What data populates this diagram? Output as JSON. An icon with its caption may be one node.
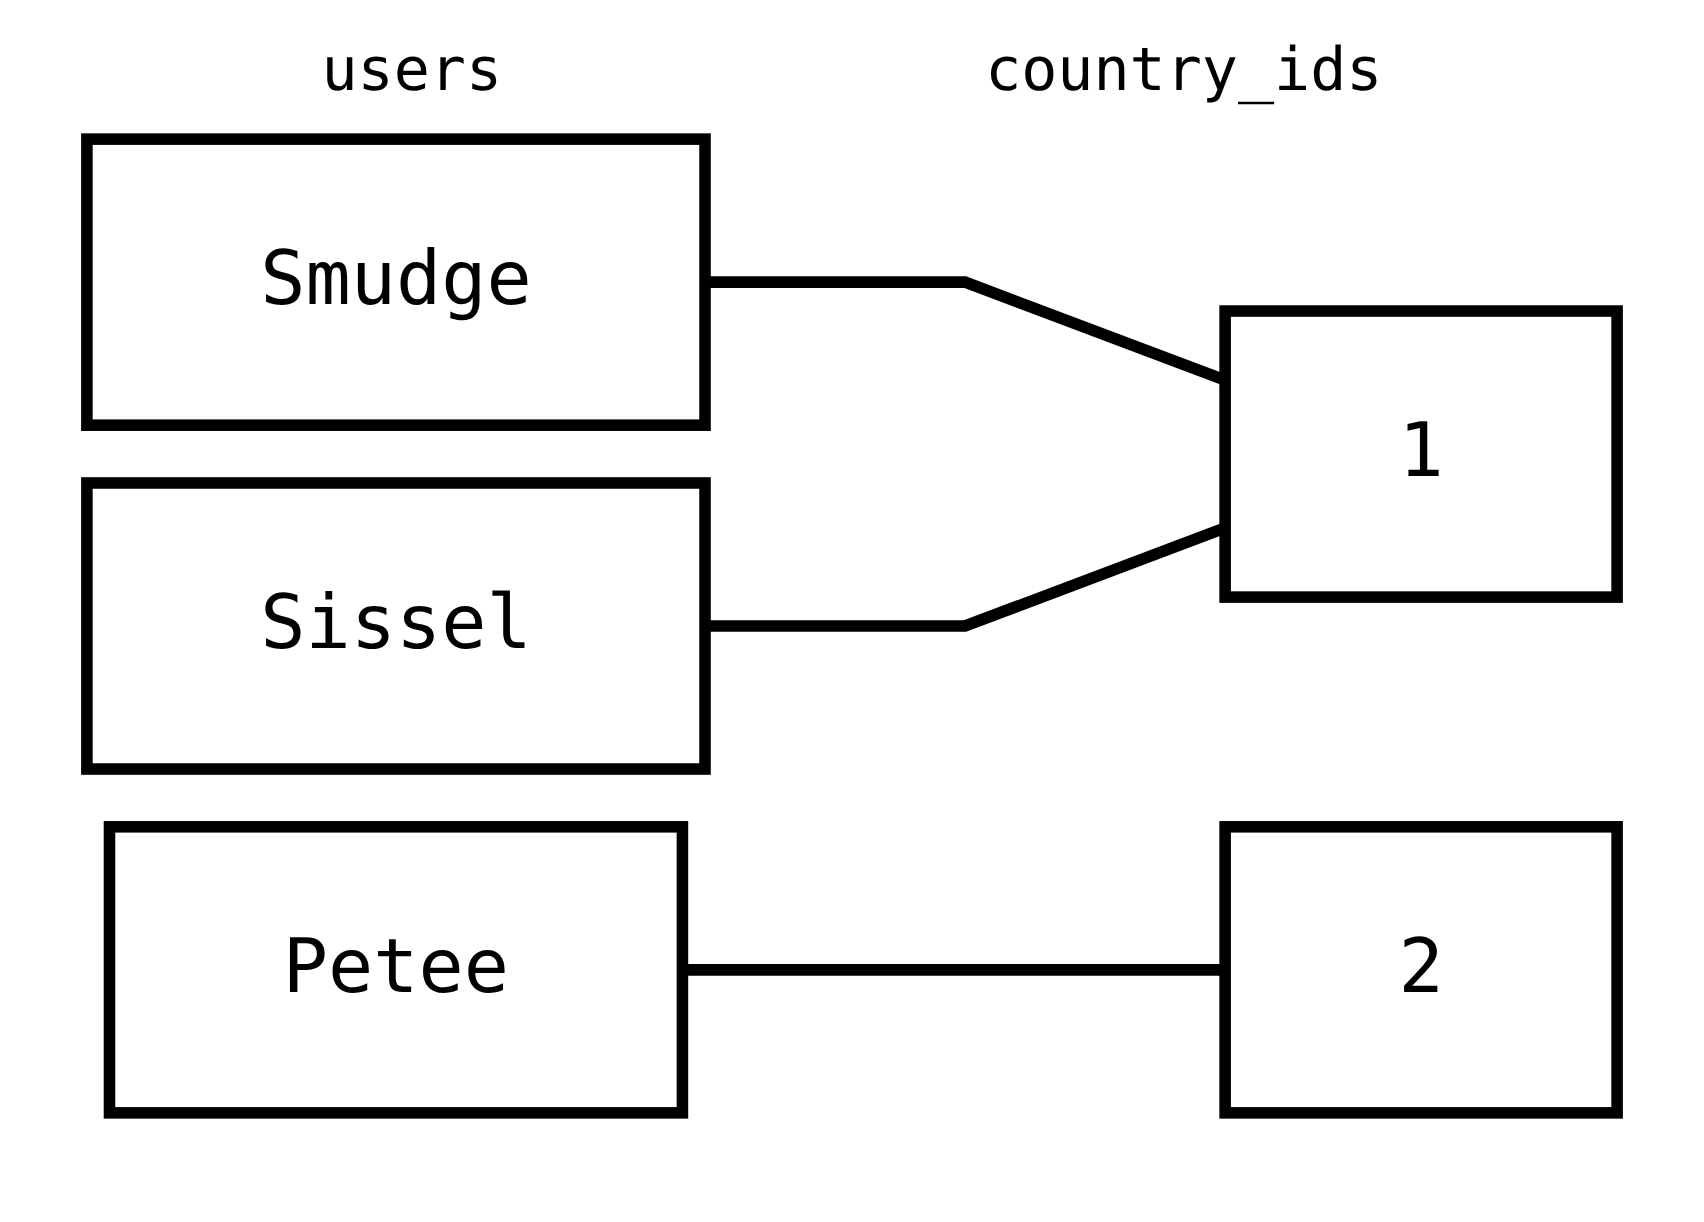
{
  "diagram": {
    "nodes": [
      {
        "text": [
          "Smudge"
        ]
      },
      {
        "text": [
          "Sissel"
        ]
      },
      {
        "text": [
          "Petee"
        ]
      },
      {
        "text": [
          "1"
        ]
      },
      {
        "text": [
          "2"
        ]
      }
    ],
    "edges": [
      {
        "from": 0,
        "to": 3,
        "arrow": "none"
      },
      {
        "from": 1,
        "to": 3,
        "arrow": "none"
      },
      {
        "from": 2,
        "to": 4,
        "arrow": "none"
      }
    ],
    "labels": [
      "users",
      "country_ids"
    ]
  }
}
